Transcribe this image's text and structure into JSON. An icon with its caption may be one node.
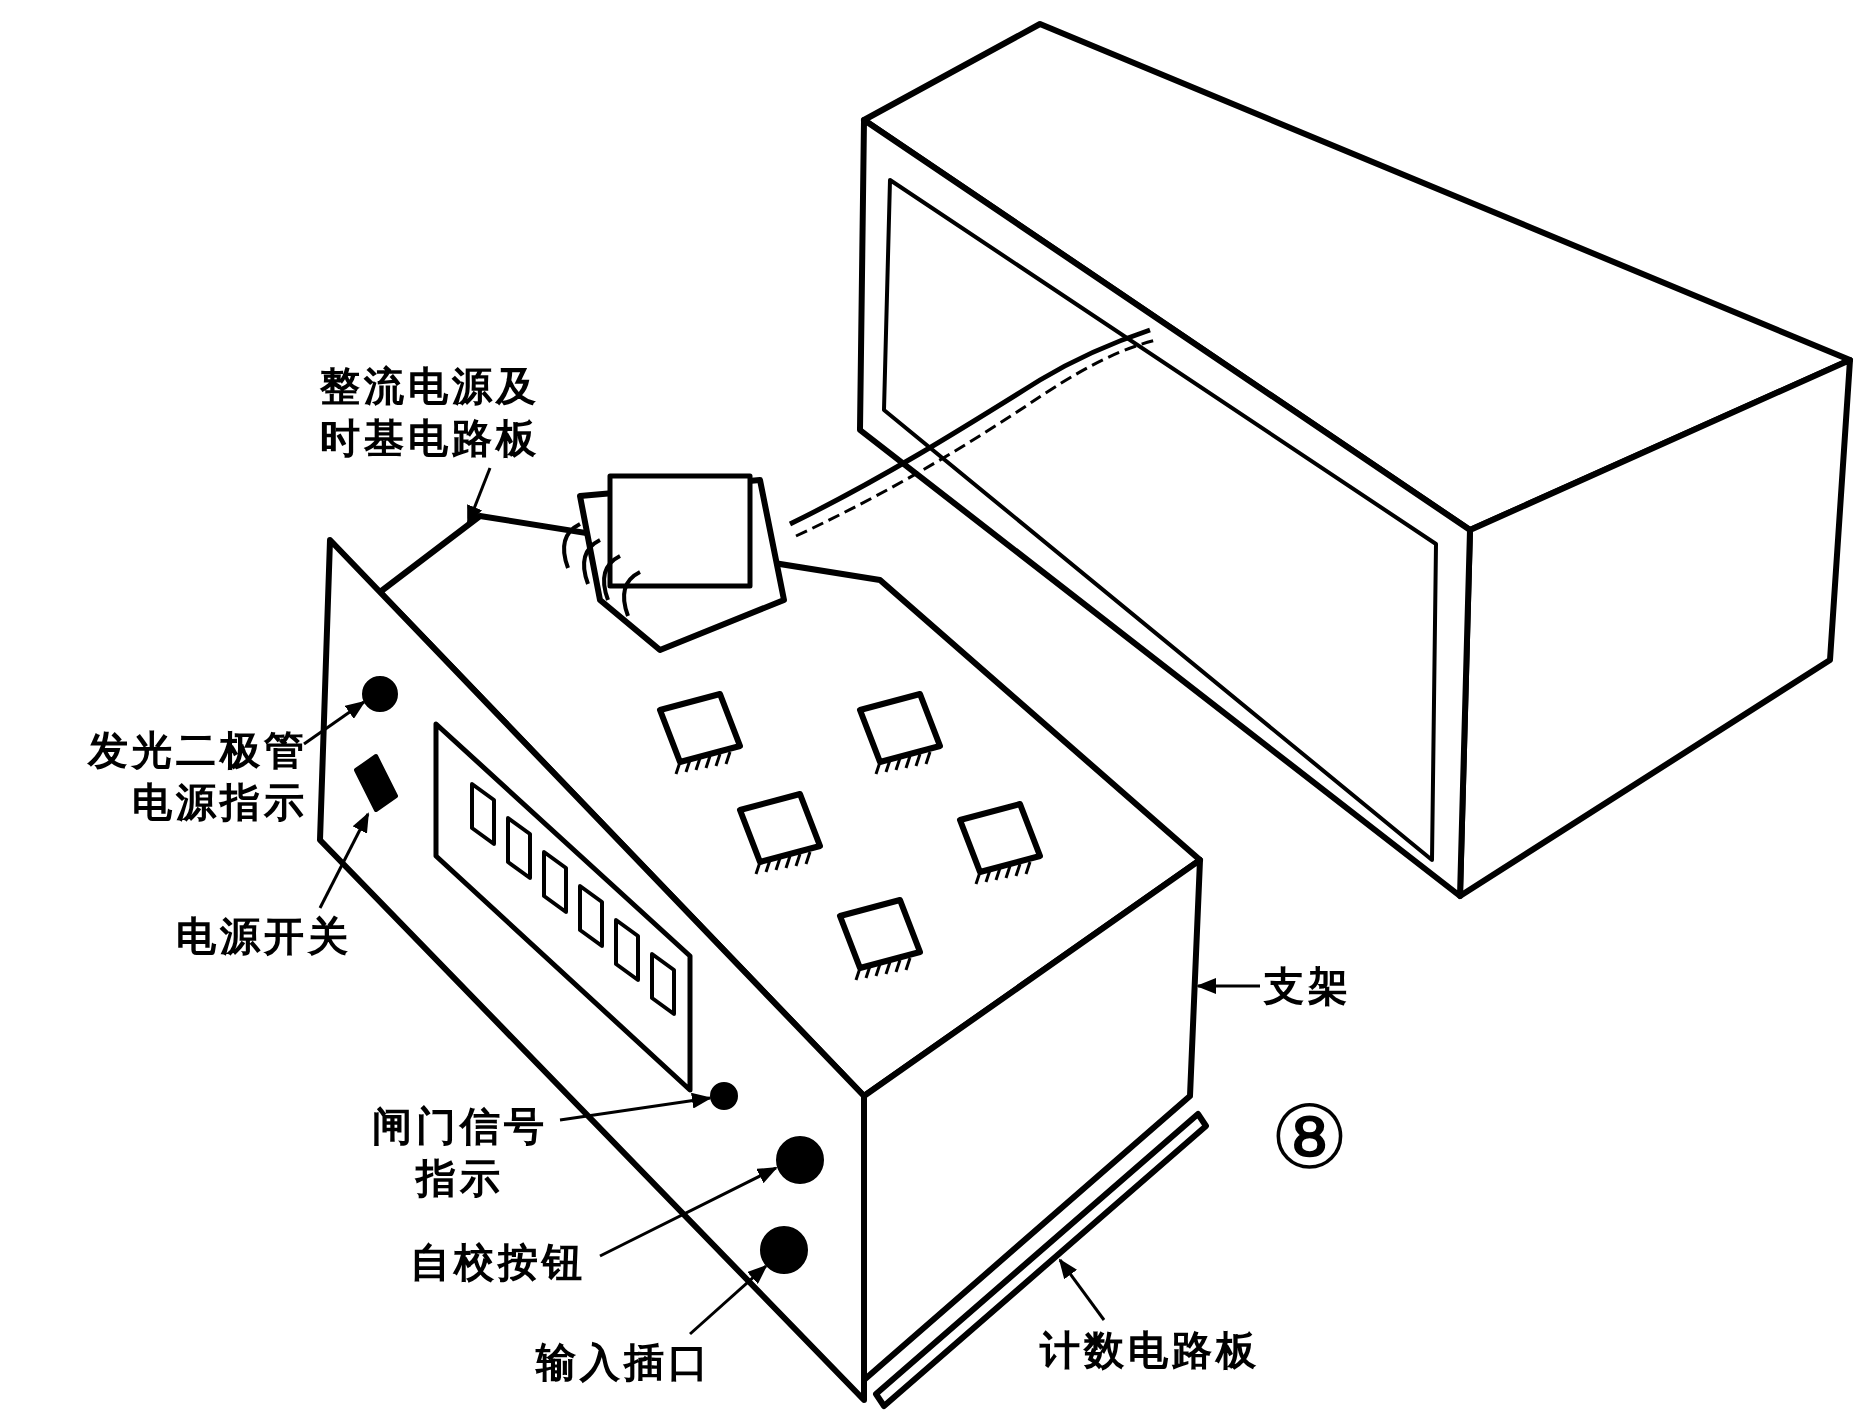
{
  "diagram": {
    "nodes": [
      {
        "text": [
          "整流电源及时基电路板"
        ]
      },
      {
        "text": [],
        "shape": "picture"
      },
      {
        "text": [
          "发光二极管电源指示"
        ]
      },
      {
        "text": [],
        "shape": "circle"
      },
      {
        "text": [
          "电源开关"
        ]
      },
      {
        "text": [],
        "shape": "box"
      },
      {
        "text": [
          "闸门信号指示"
        ]
      },
      {
        "text": [],
        "shape": "circle"
      },
      {
        "text": [
          "自校按钮"
        ]
      },
      {
        "text": [],
        "shape": "circle"
      },
      {
        "text": [
          "输入插口"
        ]
      },
      {
        "text": [],
        "shape": "circle"
      },
      {
        "text": [
          "支架"
        ]
      },
      {
        "text": [],
        "shape": "picture"
      },
      {
        "text": [
          "计数电路板"
        ]
      },
      {
        "text": [],
        "shape": "picture"
      }
    ],
    "edges": [
      {
        "from": 0,
        "to": 1,
        "arrow": "to"
      },
      {
        "from": 2,
        "to": 3,
        "arrow": "to"
      },
      {
        "from": 4,
        "to": 5,
        "arrow": "to"
      },
      {
        "from": 6,
        "to": 7,
        "arrow": "to"
      },
      {
        "from": 8,
        "to": 9,
        "arrow": "to"
      },
      {
        "from": 10,
        "to": 11,
        "arrow": "to"
      },
      {
        "from": 12,
        "to": 13,
        "arrow": "to"
      },
      {
        "from": 14,
        "to": 15,
        "arrow": "to"
      }
    ],
    "labels": [
      "⑧"
    ]
  }
}
